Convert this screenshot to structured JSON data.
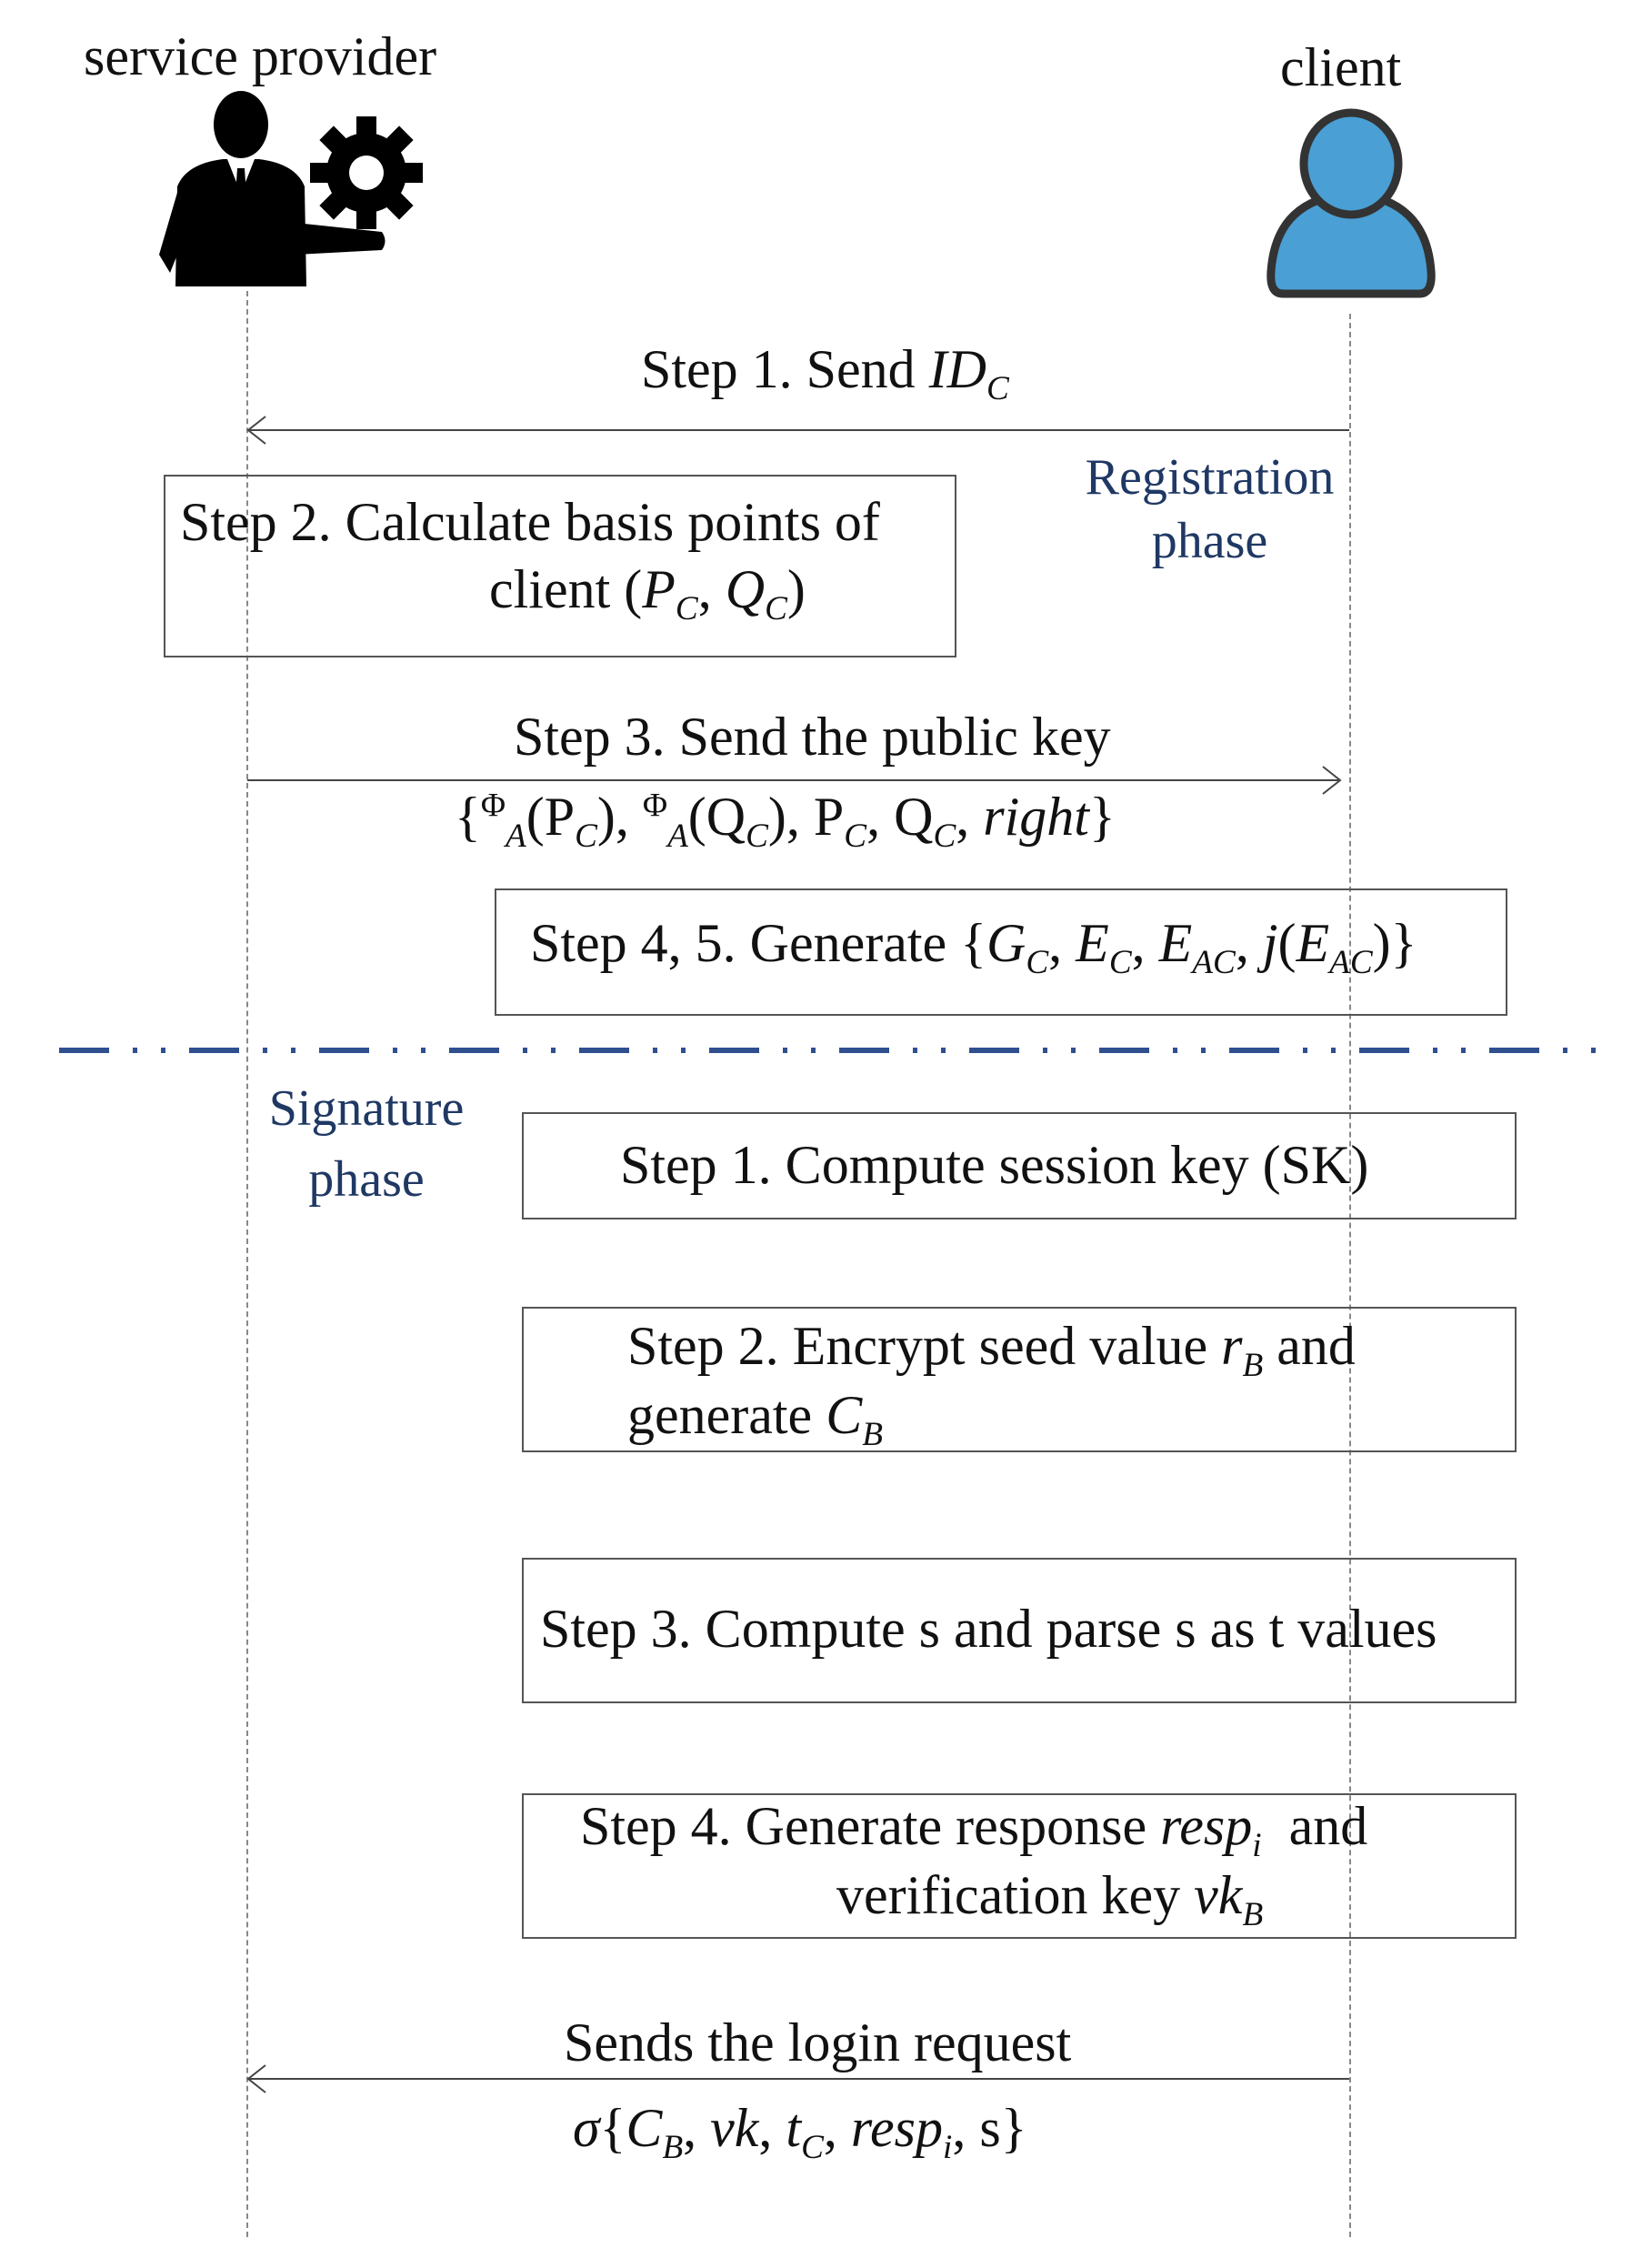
{
  "actors": {
    "left": {
      "label": "service provider",
      "icon": "businessman-gear-icon"
    },
    "right": {
      "label": "client",
      "icon": "user-icon",
      "color": "#4a9fd4"
    }
  },
  "registration": {
    "phase_label_line1": "Registration",
    "phase_label_line2": "phase",
    "step1": {
      "prefix": "Step 1. Send",
      "id_var": "ID",
      "id_sub": "C"
    },
    "step2": {
      "line1": "Step 2. Calculate basis points of",
      "line2_prefix": "client (",
      "p": "P",
      "q": "Q",
      "sub": "C",
      "line2_suffix": ")"
    },
    "step3": {
      "line1": "Step 3. Send the public key",
      "open": "{",
      "phi": "Φ",
      "phi_sub": "A",
      "p_arg": "P",
      "q_arg": "Q",
      "sub": "C",
      "right": "right",
      "close": "}"
    },
    "step45": {
      "prefix": "Step 4, 5. Generate",
      "g": "G",
      "e": "E",
      "eac": "E",
      "c_sub": "C",
      "ac_sub": "AC",
      "j": "j"
    }
  },
  "signature": {
    "phase_label_line1": "Signature",
    "phase_label_line2": "phase",
    "step1": "Step 1. Compute session key (SK)",
    "step2": {
      "line1_prefix": "Step 2. Encrypt seed value",
      "r": "r",
      "r_sub": "B",
      "line1_suffix": "and",
      "line2_prefix": "generate",
      "c": "C",
      "c_sub": "B"
    },
    "step3": "Step 3. Compute s and parse s as t values",
    "step4": {
      "line1_prefix": "Step 4. Generate response",
      "resp": "resp",
      "resp_sub": "i",
      "line1_suffix": "and",
      "line2_prefix": "verification key",
      "vk": "vk",
      "vk_sub": "B"
    },
    "login": {
      "line1": "Sends the login request",
      "sigma": "σ",
      "c": "C",
      "c_sub": "B",
      "vk": "vk",
      "t": "t",
      "t_sub": "C",
      "resp": "resp",
      "resp_sub": "i",
      "s": "s"
    }
  },
  "colors": {
    "phase_text": "#1f3864",
    "separator": "#2f4f8f",
    "client_icon": "#4a9fd4"
  }
}
